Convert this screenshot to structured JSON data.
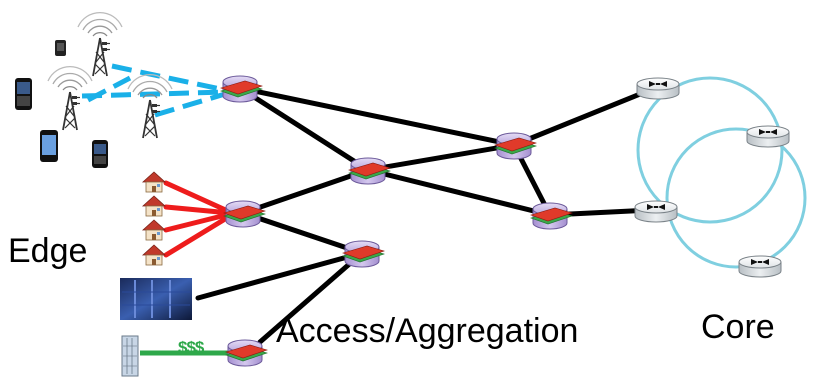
{
  "labels": {
    "edge": "Edge",
    "access": "Access/Aggregation",
    "core": "Core",
    "money": "$$$"
  },
  "colors": {
    "wireless_links": "#1ab0e8",
    "home_links": "#ee1c1c",
    "enterprise_link": "#2ea84a",
    "core_ring": "#7fcfe0",
    "backbone": "#000000",
    "router_body": "#c9b8e8",
    "router_stripe_red": "#e03a2a",
    "router_stripe_green": "#3aa84a",
    "home_roof": "#c0392b"
  },
  "icons": [
    "cell-tower-icon",
    "phone-icon",
    "home-icon",
    "data-center-icon",
    "building-icon",
    "router-icon",
    "core-router-icon"
  ]
}
